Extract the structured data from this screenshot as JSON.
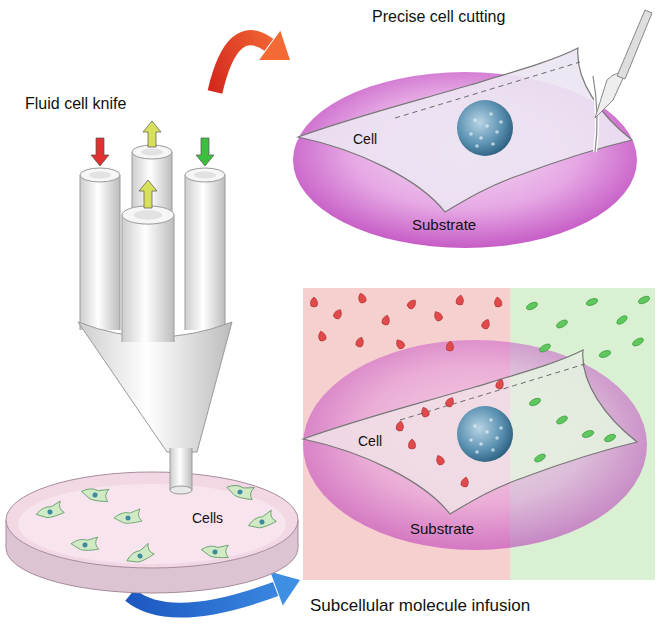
{
  "diagram": {
    "nodes": [
      {
        "text": [
          "Fluid cell knife"
        ]
      },
      {
        "text": [
          "Cells"
        ]
      },
      {
        "text": [
          "Precise cell cutting",
          "Substrate"
        ]
      },
      {
        "text": [
          "Cell"
        ],
        "in": 2
      },
      {
        "text": [
          "Substrate",
          "Subcellular molecule infusion"
        ]
      },
      {
        "text": [
          "Cell"
        ],
        "in": 4
      }
    ],
    "edges": [
      {
        "from": 0,
        "to": 2,
        "arrow": "to"
      },
      {
        "from": 1,
        "to": 4,
        "arrow": "to"
      }
    ]
  }
}
